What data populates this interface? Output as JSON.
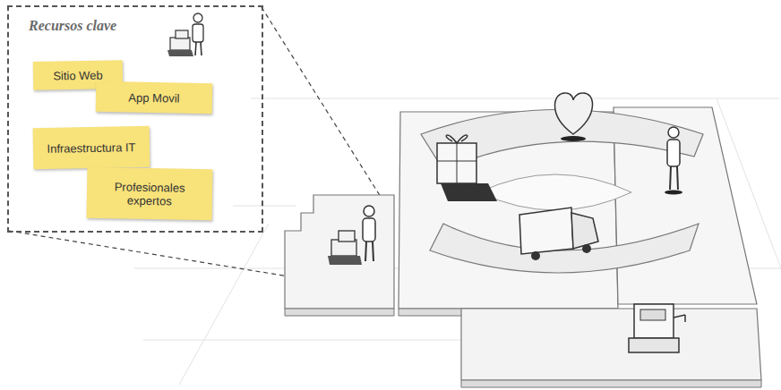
{
  "diagram": {
    "nodes": [
      {
        "text": [
          "Recursos clave"
        ]
      },
      {
        "text": [
          "Sitio Web"
        ],
        "in": 0
      },
      {
        "text": [
          "App Movil"
        ],
        "in": 0
      },
      {
        "text": [
          "Infraestructura IT"
        ],
        "in": 0
      },
      {
        "text": [
          "Profesionales expertos"
        ],
        "in": 0
      }
    ]
  }
}
